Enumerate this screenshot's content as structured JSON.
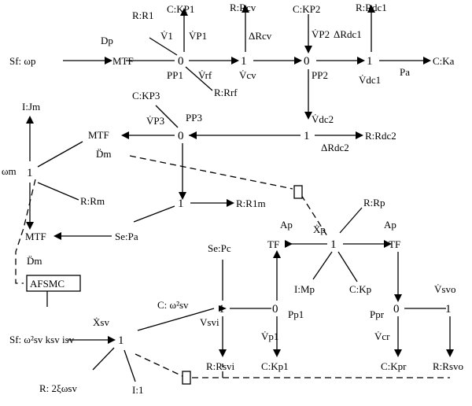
{
  "nodes": {
    "sf_wp": "Sf: ωp",
    "mtf_dp": "MTF",
    "dp_label": "Dp",
    "j0_pp1": "0",
    "j1_cv": "1",
    "j0_pp2": "0",
    "j1_dc1": "1",
    "c_ka": "C:Ka",
    "r_r1": "R:R1",
    "c_kp1": "C:KP1",
    "r_rcv": "R:Rcv",
    "c_kp2": "C:KP2",
    "r_rdc1": "R:Rdc1",
    "r_rrf": "R:Rrf",
    "c_kp3": "C:KP3",
    "mtf_p3": "MTF",
    "j0_pp3": "0",
    "j1_dc2": "1",
    "r_rdc2": "R:Rdc2",
    "i_jm": "I:Jm",
    "j1_wm": "1",
    "wm_label": "ωm",
    "dm_dot_top": "D̈m",
    "r_rm": "R:Rm",
    "j1_r1m": "1",
    "r_r1m": "R:R1m",
    "mtf_bottom": "MTF",
    "se_pa": "Se:Pa",
    "dm_dot_bottom": "D̈m",
    "afsmc": "AFSMC",
    "se_pc": "Se:Pc",
    "tf_left": "TF",
    "ap_left": "Ap",
    "j1_xp": "1",
    "xp_label": "Ẋp",
    "r_rp": "R:Rp",
    "ap_right": "Ap",
    "tf_right": "TF",
    "i_mp": "I:Mp",
    "c_kp": "C:Kp",
    "c_wsv": "C: ω²sv",
    "j1_svi": "1",
    "vsvi_label": "Vsvi",
    "j0_pp1b": "0",
    "pp1_label": "Pp1",
    "j0_ppr": "0",
    "ppr_label": "Ppr",
    "vsvo_label": "V̇svo",
    "j1_svo": "1",
    "sf_sv": "Sf: ω²sv ksv isv",
    "xsv_label": "Ẋsv",
    "j1_sv": "1",
    "vp1_label": "V̇p1",
    "vcr_label": "V̇cr",
    "r_rsvi": "R:Rsvi",
    "c_kp1b": "C:Kp1",
    "c_kpr": "C:Kpr",
    "r_rsvo": "R:Rsvo",
    "r_2xw": "R: 2ξωsv",
    "i_1": "I:1"
  },
  "flows": {
    "v1": "V̇1",
    "vp1": "V̇P1",
    "drcv": "ΔRcv",
    "vp2": "V̇P2",
    "drdc1": "ΔRdc1",
    "pp1": "PP1",
    "vrf": "V̇rf",
    "vcv": "V̇cv",
    "pp2": "PP2",
    "vdc1": "V̇dc1",
    "pa": "Pa",
    "vp3": "V̇P3",
    "pp3": "PP3",
    "vdc2": "V̇dc2",
    "drdc2": "ΔRdc2"
  }
}
